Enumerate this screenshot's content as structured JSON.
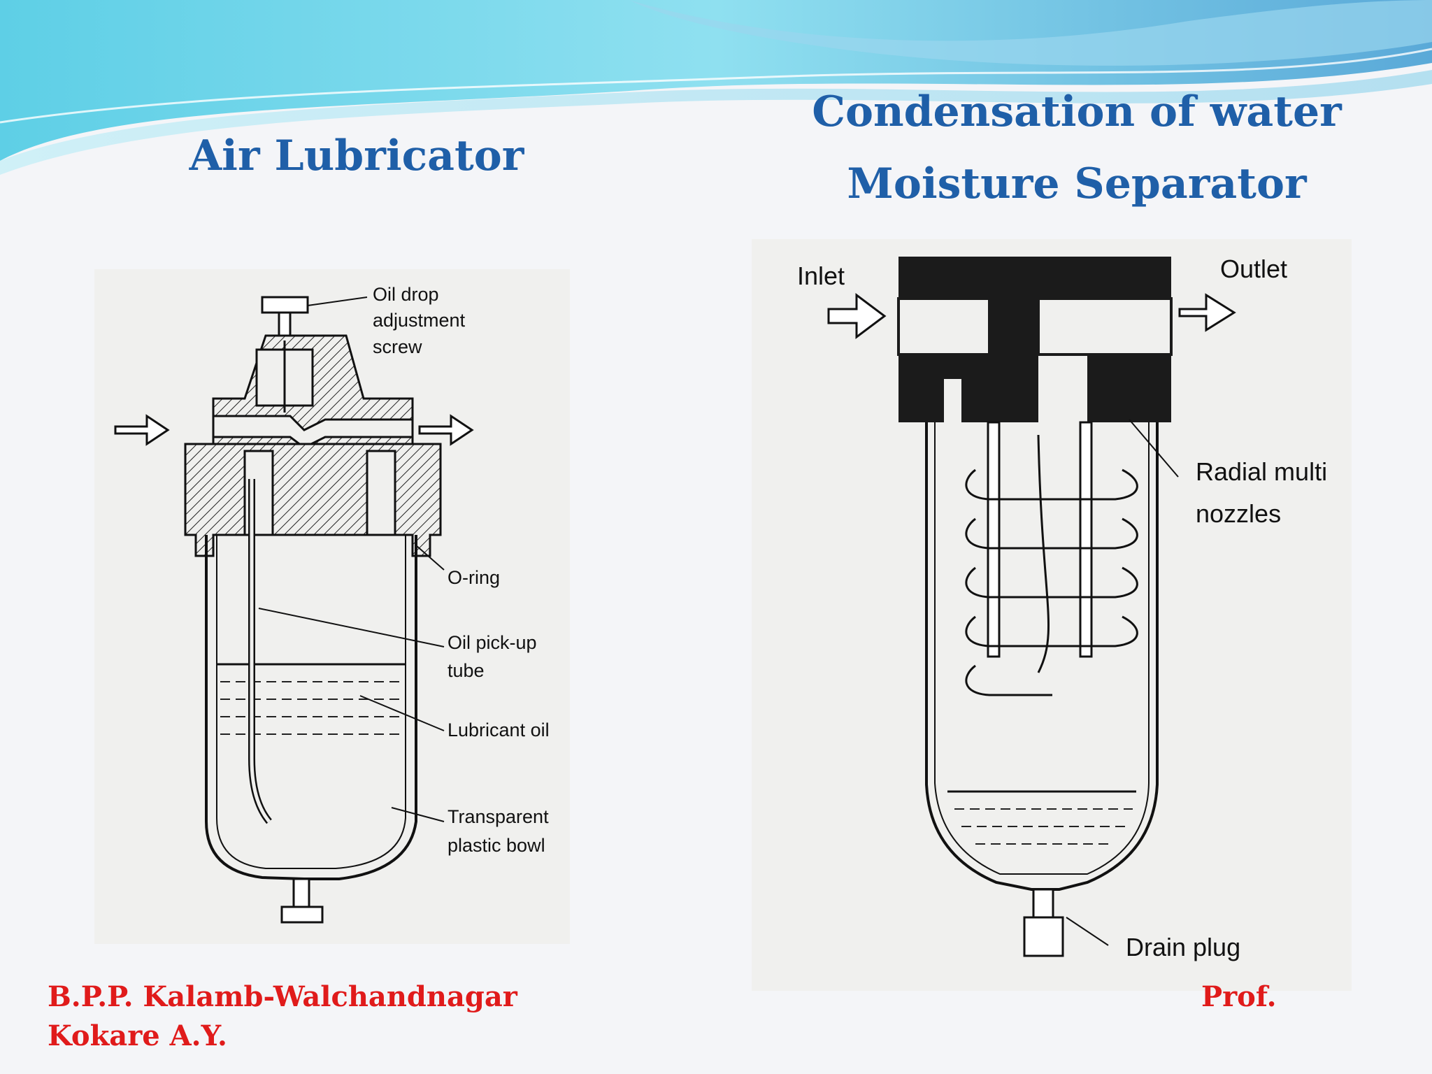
{
  "slide": {
    "left_title": "Air Lubricator",
    "right_title_line1": "Condensation of water",
    "right_title_line2": "Moisture Separator",
    "footer_left_line1": "B.P.P. Kalamb-Walchandnagar",
    "footer_left_line2": "Kokare A.Y.",
    "footer_right": "Prof."
  },
  "lubricator_labels": {
    "oil_drop_1": "Oil drop",
    "oil_drop_2": "adjustment",
    "oil_drop_3": "screw",
    "o_ring": "O-ring",
    "pickup_1": "Oil pick-up",
    "pickup_2": "tube",
    "lubricant": "Lubricant oil",
    "bowl_1": "Transparent",
    "bowl_2": "plastic bowl"
  },
  "separator_labels": {
    "inlet": "Inlet",
    "outlet": "Outlet",
    "nozzles_1": "Radial multi",
    "nozzles_2": "nozzles",
    "drain": "Drain plug"
  },
  "colors": {
    "title_blue": "#1f5fa8",
    "footer_red": "#e01b1b",
    "header_cyan": "#7fd6ea"
  }
}
